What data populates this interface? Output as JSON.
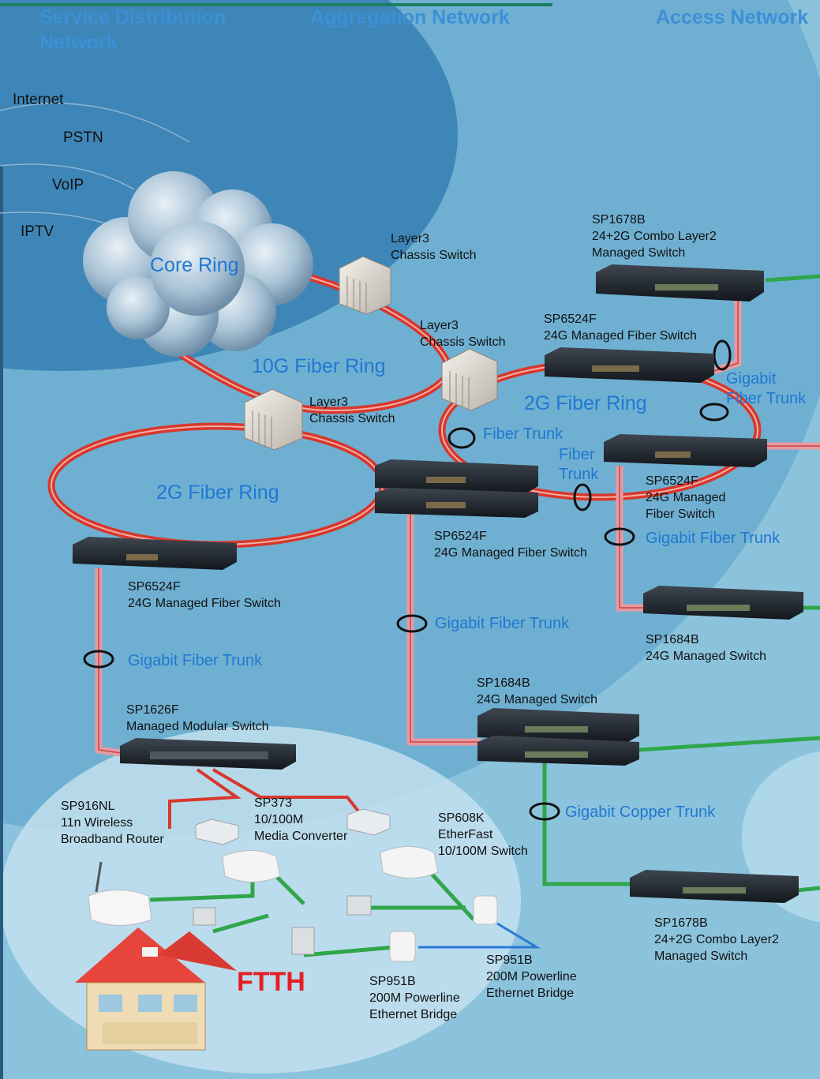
{
  "headers": {
    "service_distribution": "Service Distribution Network",
    "aggregation": "Aggregation Network",
    "access": "Access Network"
  },
  "services": [
    "Internet",
    "PSTN",
    "VoIP",
    "IPTV"
  ],
  "core_ring_label": "Core Ring",
  "ring_labels": {
    "fiber_10g": "10G Fiber Ring",
    "fiber_2g_left": "2G Fiber Ring",
    "fiber_2g_right": "2G Fiber Ring"
  },
  "trunk_labels": {
    "fiber_trunk_1": "Fiber Trunk",
    "fiber_trunk_2": [
      "Fiber",
      "Trunk"
    ],
    "gigabit_fiber_trunk_right": [
      "Gigabit",
      "Fiber Trunk"
    ],
    "gigabit_fiber_trunk_mid_right": "Gigabit Fiber Trunk",
    "gigabit_fiber_trunk_center": "Gigabit Fiber Trunk",
    "gigabit_fiber_trunk_left": "Gigabit Fiber Trunk",
    "gigabit_copper_trunk": "Gigabit Copper Trunk"
  },
  "devices": {
    "chassis_top": [
      "Layer3",
      "Chassis Switch"
    ],
    "chassis_mid": [
      "Layer3",
      "Chassis Switch"
    ],
    "chassis_left": [
      "Layer3",
      "Chassis Switch"
    ],
    "sp1678b_top": [
      "SP1678B",
      "24+2G Combo Layer2",
      "Managed Switch"
    ],
    "sp6524f_top": [
      "SP6524F",
      "24G Managed Fiber Switch"
    ],
    "sp6524f_right": [
      "SP6524F",
      "24G Managed",
      "Fiber Switch"
    ],
    "sp6524f_center": [
      "SP6524F",
      "24G Managed Fiber Switch"
    ],
    "sp6524f_left": [
      "SP6524F",
      "24G Managed Fiber Switch"
    ],
    "sp1684b_right": [
      "SP1684B",
      "24G Managed Switch"
    ],
    "sp1684b_center": [
      "SP1684B",
      "24G Managed Switch"
    ],
    "sp1626f": [
      "SP1626F",
      "Managed Modular Switch"
    ],
    "sp916nl": [
      "SP916NL",
      "11n Wireless",
      "Broadband Router"
    ],
    "sp373": [
      "SP373",
      "10/100M",
      "Media Converter"
    ],
    "sp608k": [
      "SP608K",
      "EtherFast",
      "10/100M Switch"
    ],
    "sp1678b_bottom": [
      "SP1678B",
      "24+2G Combo Layer2",
      "Managed Switch"
    ],
    "sp951b_right": [
      "SP951B",
      "200M Powerline",
      "Ethernet Bridge"
    ],
    "sp951b_left": [
      "SP951B",
      "200M Powerline",
      "Ethernet Bridge"
    ]
  },
  "ftth_label": "FTTH",
  "colors": {
    "fiber": "#d8372c",
    "gigabit_fiber": "#e79aa0",
    "copper": "#2fa64a",
    "powerline": "#2a7ad8",
    "label_blue": "#1f78d1",
    "header_blue": "#3d8fd6",
    "ftth_red": "#e31e24"
  }
}
